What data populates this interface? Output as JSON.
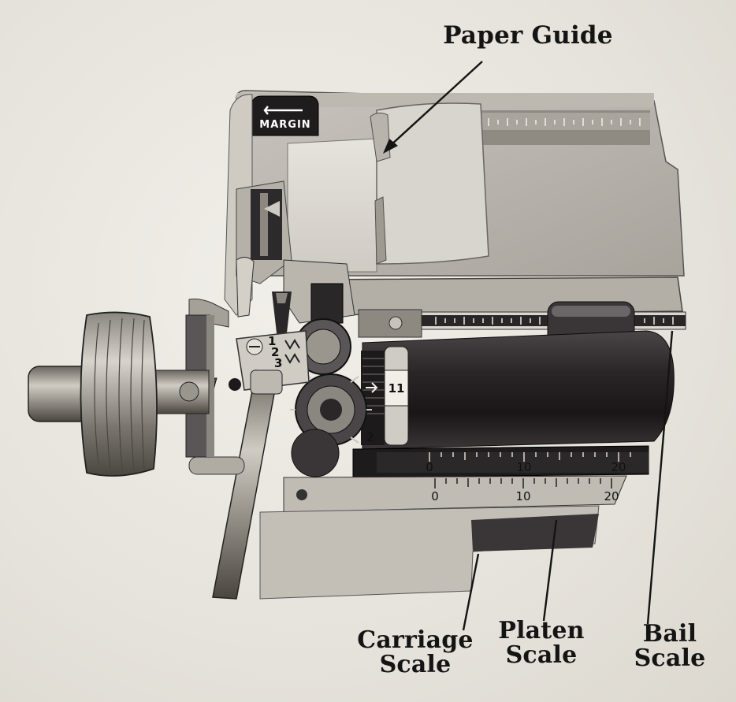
{
  "callouts": {
    "paper_guide": "Paper Guide",
    "carriage_scale": {
      "line1": "Carriage",
      "line2": "Scale"
    },
    "platen_scale": {
      "line1": "Platen",
      "line2": "Scale"
    },
    "bail_scale": {
      "line1": "Bail",
      "line2": "Scale"
    }
  },
  "machine_markings": {
    "margin_key": "MARGIN",
    "line_space_lever": [
      "1",
      "2",
      "3"
    ],
    "dial_number": "11",
    "dial_small": "2",
    "carriage_scale_ticks": [
      "0",
      "10",
      "20"
    ],
    "platen_scale_ticks": [
      "0",
      "10",
      "20"
    ]
  }
}
